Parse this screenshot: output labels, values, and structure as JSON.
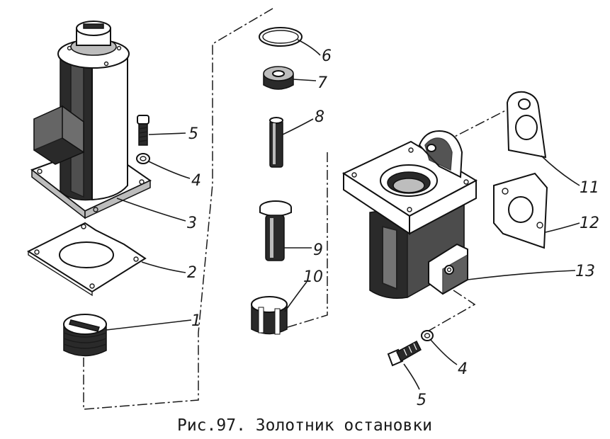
{
  "caption": "Рис.97. Золотник остановки",
  "callouts": {
    "c1": "1",
    "c2": "2",
    "c3": "3",
    "c4a": "4",
    "c5a": "5",
    "c6": "6",
    "c7": "7",
    "c8": "8",
    "c9": "9",
    "c10": "10",
    "c11": "11",
    "c12": "12",
    "c13": "13",
    "c4b": "4",
    "c5b": "5"
  }
}
